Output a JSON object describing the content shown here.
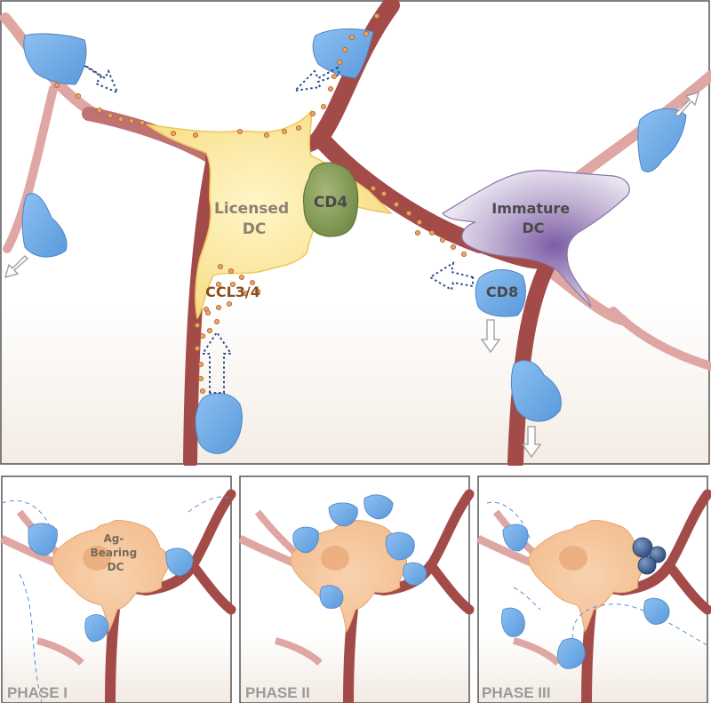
{
  "main": {
    "labels": {
      "licensed_dc": [
        "Licensed",
        "DC"
      ],
      "cd4": "CD4",
      "immature_dc": [
        "Immature",
        "DC"
      ],
      "cd8": "CD8",
      "chemokine": "CCL3/4"
    }
  },
  "panels": [
    {
      "phase_label": "PHASE I",
      "dc_label": [
        "Ag-",
        "Bearing",
        "DC"
      ]
    },
    {
      "phase_label": "PHASE II"
    },
    {
      "phase_label": "PHASE III"
    }
  ],
  "colors": {
    "vessel": "#a24948",
    "vessel_light": "#e0aaa6",
    "licensed_dc": "#fbe69a",
    "cd4": "#7a9150",
    "immature_dc": "#9a85b4",
    "t_cell": "#6aa8e6",
    "ag_bearing_dc": "#f5c69c",
    "chemokine_dot": "#d07d35",
    "activated_cell": "#3c5a8c"
  }
}
